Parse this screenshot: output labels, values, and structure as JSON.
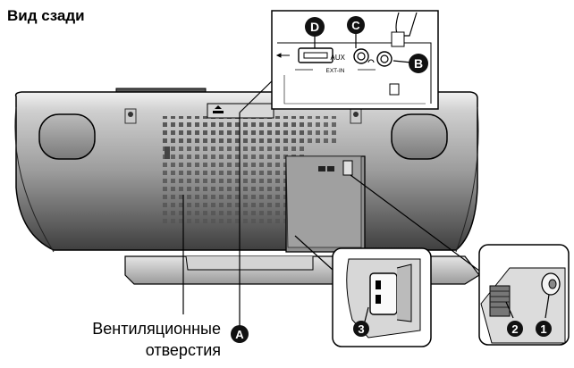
{
  "title": "Вид сзади",
  "vent_label": {
    "line1": "Вентиляционные",
    "line2": "отверстия"
  },
  "callouts": {
    "a": "A",
    "b": "B",
    "c": "C",
    "d": "D",
    "n1": "1",
    "n2": "2",
    "n3": "3"
  },
  "panel": {
    "aux": "AUX",
    "ext_in": "EXT-IN"
  },
  "colors": {
    "body_dark": "#444444",
    "body_light": "#d8d8d8",
    "outline": "#000000",
    "badge": "#111111"
  }
}
